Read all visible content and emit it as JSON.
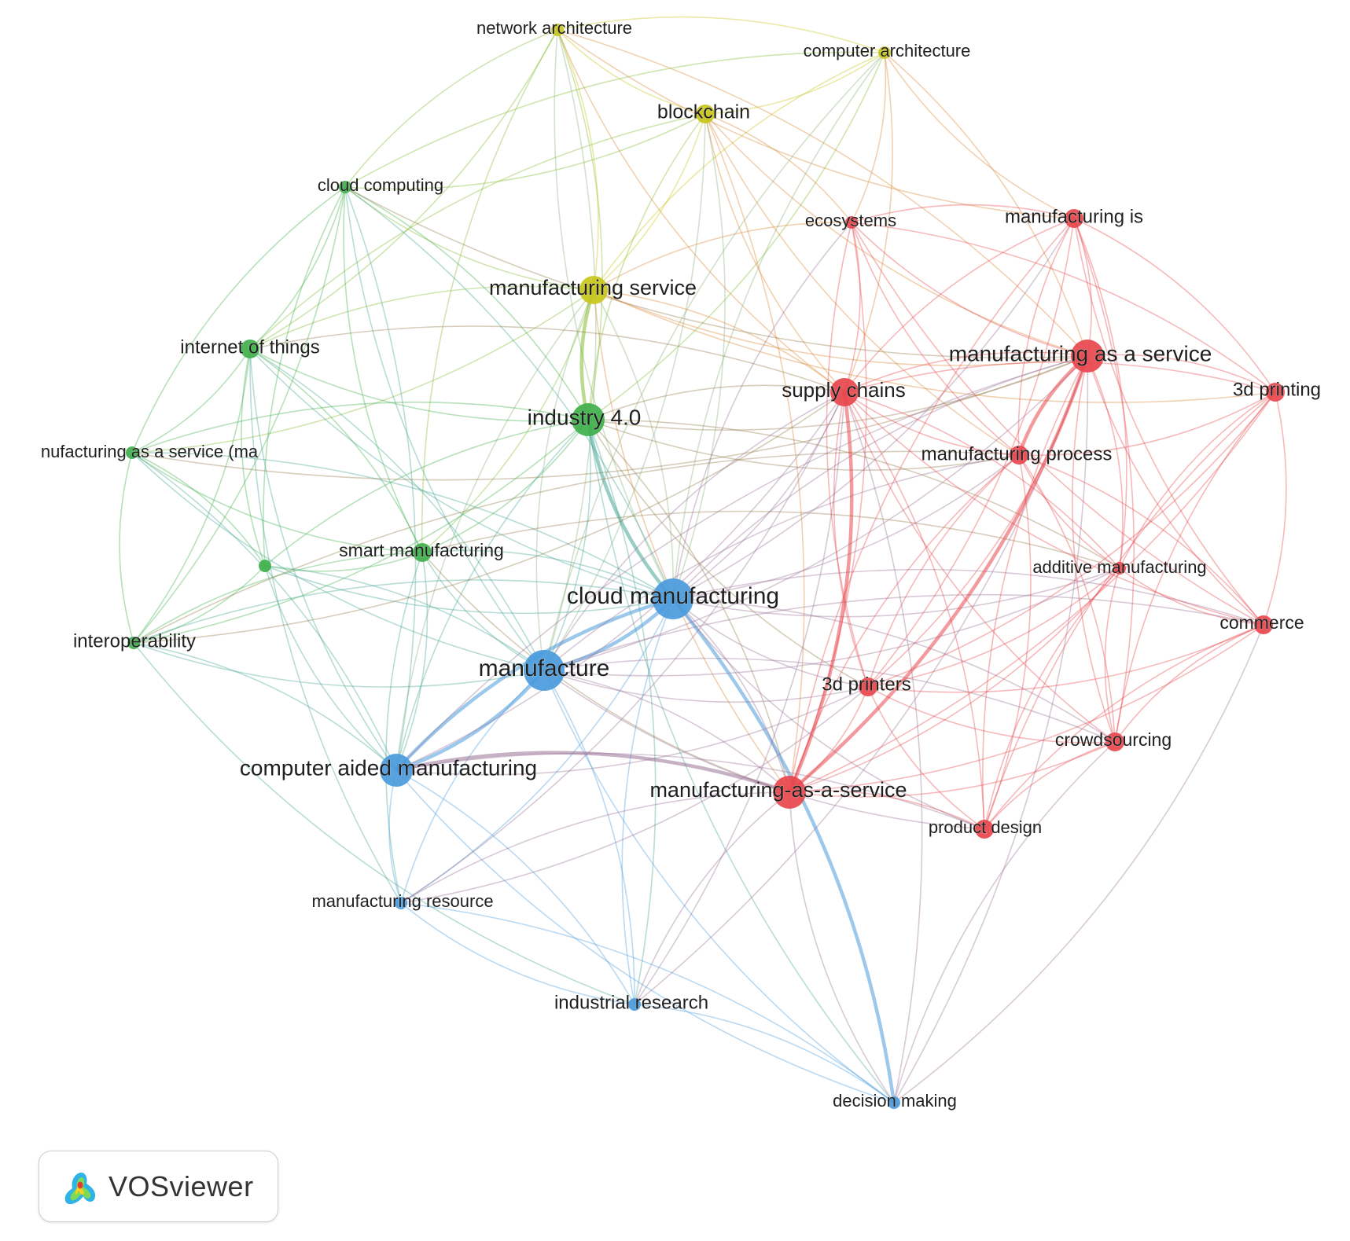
{
  "brand": {
    "name": "VOSviewer",
    "logo_icon": "vosviewer-logo-icon"
  },
  "cluster_colors": {
    "red": "#e8474d",
    "green": "#3fb04b",
    "blue": "#4a9bdc",
    "yellow": "#c9c51b"
  },
  "nodes": [
    {
      "id": "network_architecture",
      "label": "network architecture",
      "cluster": "yellow",
      "weight": 1
    },
    {
      "id": "computer_architecture",
      "label": "computer architecture",
      "cluster": "yellow",
      "weight": 1
    },
    {
      "id": "blockchain",
      "label": "blockchain",
      "cluster": "yellow",
      "weight": 2
    },
    {
      "id": "manufacturing_service",
      "label": "manufacturing service",
      "cluster": "yellow",
      "weight": 3
    },
    {
      "id": "cloud_computing",
      "label": "cloud computing",
      "cluster": "green",
      "weight": 1
    },
    {
      "id": "internet_of_things",
      "label": "internet of things",
      "cluster": "green",
      "weight": 2
    },
    {
      "id": "maas_ma",
      "label": "nufacturing as a service (ma",
      "cluster": "green",
      "weight": 1
    },
    {
      "id": "industry40",
      "label": "industry 4.0",
      "cluster": "green",
      "weight": 4
    },
    {
      "id": "smart_manufacturing",
      "label": "smart manufacturing",
      "cluster": "green",
      "weight": 2
    },
    {
      "id": "unlabeled_green",
      "label": "",
      "cluster": "green",
      "weight": 1
    },
    {
      "id": "interoperability",
      "label": "interoperability",
      "cluster": "green",
      "weight": 1
    },
    {
      "id": "cloud_manufacturing",
      "label": "cloud manufacturing",
      "cluster": "blue",
      "weight": 5
    },
    {
      "id": "manufacture",
      "label": "manufacture",
      "cluster": "blue",
      "weight": 5
    },
    {
      "id": "computer_aided_manufacturing",
      "label": "computer aided manufacturing",
      "cluster": "blue",
      "weight": 4
    },
    {
      "id": "manufacturing_resource",
      "label": "manufacturing resource",
      "cluster": "blue",
      "weight": 1
    },
    {
      "id": "industrial_research",
      "label": "industrial research",
      "cluster": "blue",
      "weight": 1
    },
    {
      "id": "decision_making",
      "label": "decision making",
      "cluster": "blue",
      "weight": 1
    },
    {
      "id": "ecosystems",
      "label": "ecosystems",
      "cluster": "red",
      "weight": 1
    },
    {
      "id": "manufacturing_is",
      "label": "manufacturing is",
      "cluster": "red",
      "weight": 2
    },
    {
      "id": "manufacturing_as_a_service",
      "label": "manufacturing as a service",
      "cluster": "red",
      "weight": 4
    },
    {
      "id": "supply_chains",
      "label": "supply chains",
      "cluster": "red",
      "weight": 3
    },
    {
      "id": "printing_3d",
      "label": "3d printing",
      "cluster": "red",
      "weight": 2
    },
    {
      "id": "manufacturing_process",
      "label": "manufacturing process",
      "cluster": "red",
      "weight": 2
    },
    {
      "id": "additive_manufacturing",
      "label": "additive manufacturing",
      "cluster": "red",
      "weight": 1
    },
    {
      "id": "commerce",
      "label": "commerce",
      "cluster": "red",
      "weight": 2
    },
    {
      "id": "printers_3d",
      "label": "3d printers",
      "cluster": "red",
      "weight": 2
    },
    {
      "id": "crowdsourcing",
      "label": "crowdsourcing",
      "cluster": "red",
      "weight": 2
    },
    {
      "id": "maas_hyphen",
      "label": "manufacturing-as-a-service",
      "cluster": "red",
      "weight": 4
    },
    {
      "id": "product_design",
      "label": "product design",
      "cluster": "red",
      "weight": 2
    }
  ]
}
